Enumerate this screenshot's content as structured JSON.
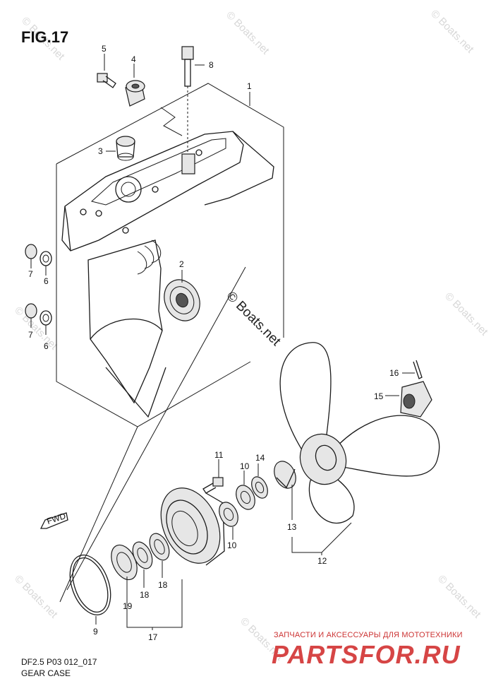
{
  "figure": {
    "title": "FIG.17"
  },
  "callouts": {
    "c1": "1",
    "c2": "2",
    "c3": "3",
    "c4": "4",
    "c5": "5",
    "c6a": "6",
    "c6b": "6",
    "c7a": "7",
    "c7b": "7",
    "c8": "8",
    "c9": "9",
    "c10a": "10",
    "c10b": "10",
    "c11": "11",
    "c12": "12",
    "c13": "13",
    "c14": "14",
    "c15": "15",
    "c16": "16",
    "c17": "17",
    "c18a": "18",
    "c18b": "18",
    "c19": "19"
  },
  "direction_tag": "FWD",
  "caption": {
    "model": "DF2.5 P03 012_017",
    "name": "GEAR CASE"
  },
  "watermark": {
    "text": "© Boats.net"
  },
  "branding": {
    "subtitle": "ЗАПЧАСТИ И АКСЕССУАРЫ ДЛЯ МОТОТЕХНИКИ",
    "name": "PARTSFOR.RU"
  }
}
